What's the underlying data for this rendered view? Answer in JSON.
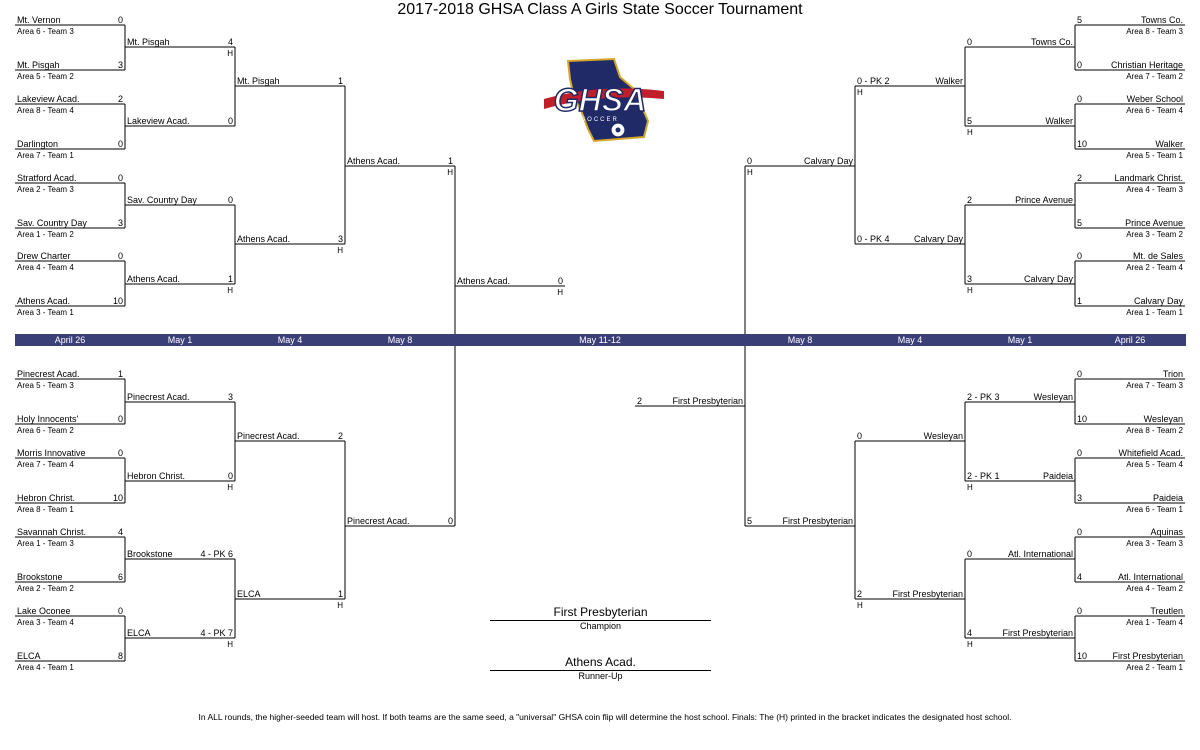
{
  "title": "2017-2018 GHSA Class A Girls State Soccer Tournament",
  "logo": {
    "text": "GHSA",
    "subtext": "SOCCER"
  },
  "colors": {
    "datebar": "#3a3f78",
    "logo_navy": "#1f2a66",
    "logo_red": "#c0202a",
    "logo_gold": "#d4a62a"
  },
  "dates": [
    "April 26",
    "May 1",
    "May 4",
    "May 8",
    "May 11-12",
    "May 8",
    "May 4",
    "May 1",
    "April 26"
  ],
  "left_top_r1": [
    {
      "team": "Mt. Vernon",
      "sub": "Area 6 - Team 3",
      "score": "0"
    },
    {
      "team": "Mt. Pisgah",
      "sub": "Area 5 - Team 2",
      "score": "3"
    },
    {
      "team": "Lakeview Acad.",
      "sub": "Area 8 - Team 4",
      "score": "2"
    },
    {
      "team": "Darlington",
      "sub": "Area 7 - Team 1",
      "score": "0"
    },
    {
      "team": "Stratford Acad.",
      "sub": "Area 2 - Team 3",
      "score": "0"
    },
    {
      "team": "Sav. Country Day",
      "sub": "Area 1 - Team 2",
      "score": "3"
    },
    {
      "team": "Drew Charter",
      "sub": "Area 4 - Team 4",
      "score": "0"
    },
    {
      "team": "Athens Acad.",
      "sub": "Area 3 - Team 1",
      "score": "10"
    }
  ],
  "left_top_r2": [
    {
      "team": "Mt. Pisgah",
      "score": "4",
      "host": "H"
    },
    {
      "team": "Lakeview Acad.",
      "score": "0",
      "host": ""
    },
    {
      "team": "Sav. Country Day",
      "score": "0",
      "host": ""
    },
    {
      "team": "Athens Acad.",
      "score": "1",
      "host": "H"
    }
  ],
  "left_top_qf": [
    {
      "team": "Mt. Pisgah",
      "score": "1",
      "host": ""
    },
    {
      "team": "Athens Acad.",
      "score": "3",
      "host": "H"
    }
  ],
  "left_top_sf": {
    "team": "Athens Acad.",
    "score": "1",
    "host": "H"
  },
  "left_bot_r1": [
    {
      "team": "Pinecrest Acad.",
      "sub": "Area 5 - Team 3",
      "score": "1"
    },
    {
      "team": "Holy Innocents'",
      "sub": "Area 6 - Team 2",
      "score": "0"
    },
    {
      "team": "Morris Innovative",
      "sub": "Area 7 - Team 4",
      "score": "0"
    },
    {
      "team": "Hebron Christ.",
      "sub": "Area 8 - Team 1",
      "score": "10"
    },
    {
      "team": "Savannah Christ.",
      "sub": "Area 1 - Team 3",
      "score": "4"
    },
    {
      "team": "Brookstone",
      "sub": "Area 2 - Team 2",
      "score": "6"
    },
    {
      "team": "Lake Oconee",
      "sub": "Area 3 - Team 4",
      "score": "0"
    },
    {
      "team": "ELCA",
      "sub": "Area 4 - Team 1",
      "score": "8"
    }
  ],
  "left_bot_r2": [
    {
      "team": "Pinecrest Acad.",
      "score": "3",
      "host": ""
    },
    {
      "team": "Hebron Christ.",
      "score": "0",
      "host": "H"
    },
    {
      "team": "Brookstone",
      "score": "4 - PK 6",
      "host": ""
    },
    {
      "team": "ELCA",
      "score": "4 - PK 7",
      "host": "H"
    }
  ],
  "left_bot_qf": [
    {
      "team": "Pinecrest Acad.",
      "score": "2",
      "host": ""
    },
    {
      "team": "ELCA",
      "score": "1",
      "host": "H"
    }
  ],
  "left_bot_sf": {
    "team": "Pinecrest Acad.",
    "score": "0",
    "host": ""
  },
  "final_left": {
    "team": "Athens Acad.",
    "score": "0",
    "host": "H"
  },
  "right_top_r1": [
    {
      "team": "Towns Co.",
      "sub": "Area 8 - Team 3",
      "score": "5"
    },
    {
      "team": "Christian Heritage",
      "sub": "Area 7 - Team 2",
      "score": "0"
    },
    {
      "team": "Weber School",
      "sub": "Area 6 - Team 4",
      "score": "0"
    },
    {
      "team": "Walker",
      "sub": "Area 5 - Team 1",
      "score": "10"
    },
    {
      "team": "Landmark Christ.",
      "sub": "Area 4 - Team 3",
      "score": "2"
    },
    {
      "team": "Prince Avenue",
      "sub": "Area 3 - Team 2",
      "score": "5"
    },
    {
      "team": "Mt. de Sales",
      "sub": "Area 2 - Team 4",
      "score": "0"
    },
    {
      "team": "Calvary Day",
      "sub": "Area 1 - Team 1",
      "score": "1"
    }
  ],
  "right_top_r2": [
    {
      "team": "Towns Co.",
      "score": "0",
      "host": ""
    },
    {
      "team": "Walker",
      "score": "5",
      "host": "H"
    },
    {
      "team": "Prince Avenue",
      "score": "2",
      "host": ""
    },
    {
      "team": "Calvary Day",
      "score": "3",
      "host": "H"
    }
  ],
  "right_top_qf": [
    {
      "team": "Walker",
      "score": "0 - PK 2",
      "host": "H"
    },
    {
      "team": "Calvary Day",
      "score": "0 - PK 4",
      "host": ""
    }
  ],
  "right_top_sf": {
    "team": "Calvary Day",
    "score": "0",
    "host": "H"
  },
  "right_bot_r1": [
    {
      "team": "Trion",
      "sub": "Area 7 - Team 3",
      "score": "0"
    },
    {
      "team": "Wesleyan",
      "sub": "Area 8 - Team 2",
      "score": "10"
    },
    {
      "team": "Whitefield Acad.",
      "sub": "Area 5 - Team 4",
      "score": "0"
    },
    {
      "team": "Paideia",
      "sub": "Area 6 - Team 1",
      "score": "3"
    },
    {
      "team": "Aquinas",
      "sub": "Area 3 - Team 3",
      "score": "0"
    },
    {
      "team": "Atl. International",
      "sub": "Area 4 - Team 2",
      "score": "4"
    },
    {
      "team": "Treutlen",
      "sub": "Area 1 - Team 4",
      "score": "0"
    },
    {
      "team": "First Presbyterian",
      "sub": "Area 2 - Team 1",
      "score": "10"
    }
  ],
  "right_bot_r2": [
    {
      "team": "Wesleyan",
      "score": "2 - PK 3",
      "host": ""
    },
    {
      "team": "Paideia",
      "score": "2 - PK 1",
      "host": "H"
    },
    {
      "team": "Atl. International",
      "score": "0",
      "host": ""
    },
    {
      "team": "First Presbyterian",
      "score": "4",
      "host": "H"
    }
  ],
  "right_bot_qf": [
    {
      "team": "Wesleyan",
      "score": "0",
      "host": ""
    },
    {
      "team": "First Presbyterian",
      "score": "2",
      "host": "H"
    }
  ],
  "right_bot_sf": {
    "team": "First Presbyterian",
    "score": "5",
    "host": ""
  },
  "final_right": {
    "team": "First Presbyterian",
    "score": "2",
    "host": ""
  },
  "champion": {
    "name": "First Presbyterian",
    "label": "Champion"
  },
  "runner_up": {
    "name": "Athens Acad.",
    "label": "Runner-Up"
  },
  "footer": "In ALL rounds, the higher-seeded team will host.  If both teams are the same seed, a \"universal\" GHSA coin flip will determine the host school. Finals: The (H) printed in the bracket indicates the designated host school."
}
